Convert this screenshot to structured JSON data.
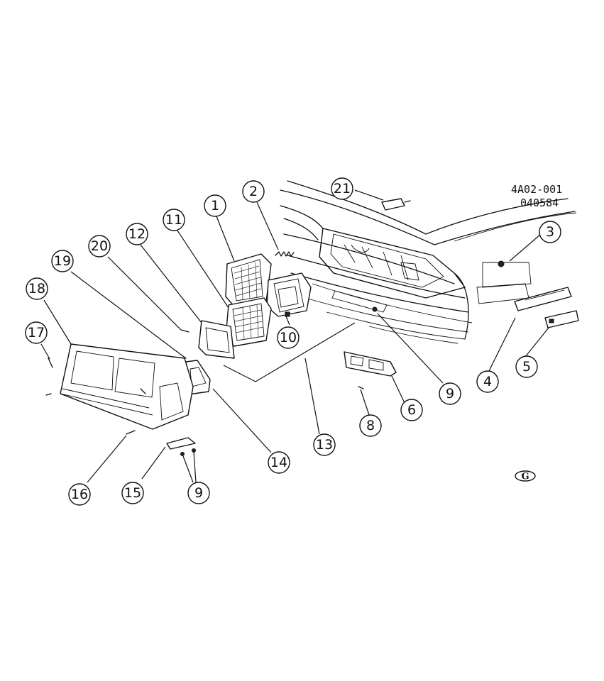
{
  "drawing": {
    "code_line1": "4A02-001",
    "code_line2": "040584",
    "logo_letter": "G"
  },
  "callouts": [
    {
      "label": "1"
    },
    {
      "label": "2"
    },
    {
      "label": "3"
    },
    {
      "label": "4"
    },
    {
      "label": "5"
    },
    {
      "label": "6"
    },
    {
      "label": "8"
    },
    {
      "label": "9"
    },
    {
      "label": "10"
    },
    {
      "label": "11"
    },
    {
      "label": "12"
    },
    {
      "label": "13"
    },
    {
      "label": "14"
    },
    {
      "label": "15"
    },
    {
      "label": "16"
    },
    {
      "label": "9"
    },
    {
      "label": "17"
    },
    {
      "label": "18"
    },
    {
      "label": "19"
    },
    {
      "label": "20"
    },
    {
      "label": "21"
    }
  ]
}
